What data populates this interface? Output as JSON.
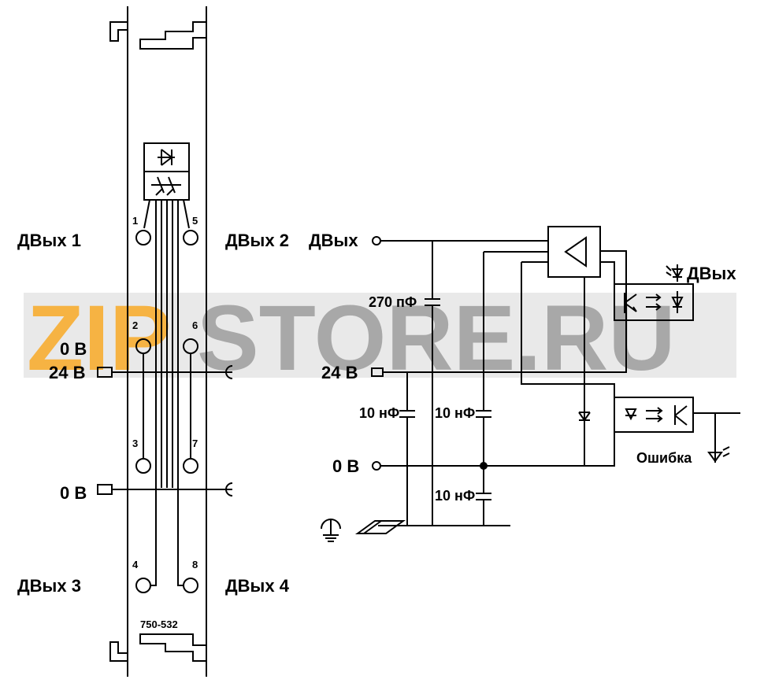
{
  "watermark": {
    "part1": "ZIP",
    "part2": "STORE.RU",
    "color1": "#f5a623",
    "color2": "#9a9a9a"
  },
  "module": {
    "model": "750-532",
    "terminals": [
      "1",
      "2",
      "3",
      "4",
      "5",
      "6",
      "7",
      "8"
    ],
    "labels": {
      "out1": "ДВых 1",
      "out2": "ДВых 2",
      "out3": "ДВых 3",
      "out4": "ДВых 4",
      "v0_top": "0 В",
      "v24": "24 В",
      "v0_bottom": "0 В"
    }
  },
  "circuit": {
    "out_label": "ДВых",
    "v24_label": "24 В",
    "v0_label": "0 В",
    "cap_270": "270 пФ",
    "cap_10_a": "10 нФ",
    "cap_10_b": "10 нФ",
    "cap_10_c": "10 нФ",
    "led_out_label": "ДВых",
    "error_label": "Ошибка"
  }
}
